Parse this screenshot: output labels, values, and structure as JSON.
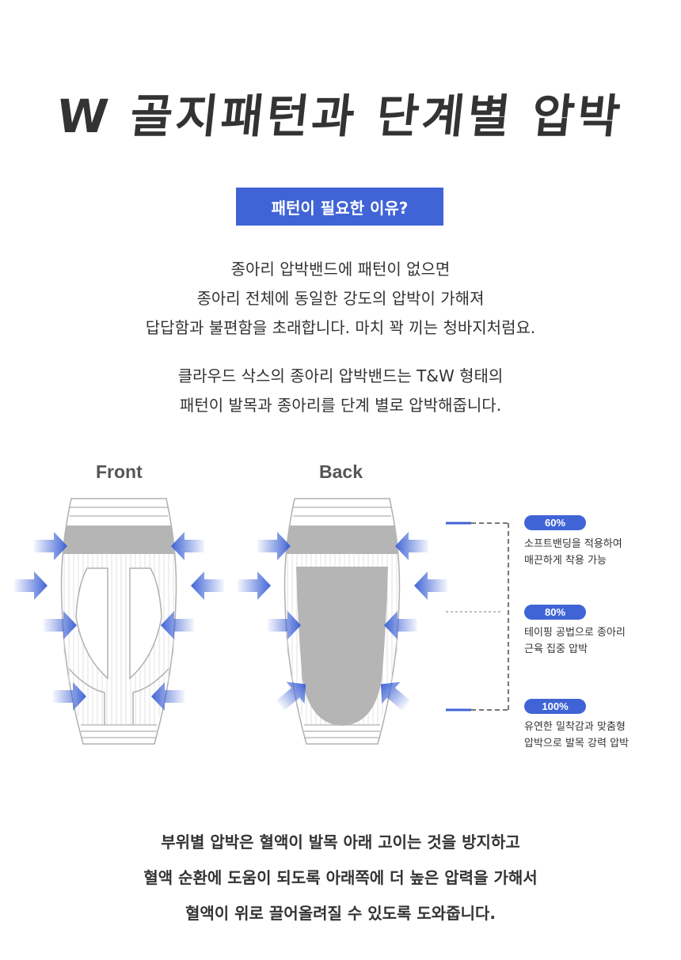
{
  "title": "W 골지패턴과 단계별 압박",
  "reason_button": "패턴이 필요한 이유?",
  "intro_lines": [
    "종아리 압박밴드에 패턴이 없으면",
    "종아리 전체에 동일한 강도의 압박이 가해져",
    "답답함과 불편함을 초래합니다. 마치 꽉 끼는 청바지처럼요."
  ],
  "brand_lines": [
    "클라우드 삭스의 종아리 압박밴드는 T&W 형태의",
    "패턴이 발목과 종아리를 단계 별로 압박해줍니다."
  ],
  "diagram": {
    "front_label": "Front",
    "back_label": "Back",
    "levels": [
      {
        "percent": "60%",
        "lines": [
          "소프트밴딩을 적용하여",
          "매끈하게 착용 가능"
        ]
      },
      {
        "percent": "80%",
        "lines": [
          "테이핑 공법으로 종아리",
          "근육 집중 압박"
        ]
      },
      {
        "percent": "100%",
        "lines": [
          "유연한 밀착감과 맞춤형",
          "압박으로 발목 강력 압박"
        ]
      }
    ],
    "colors": {
      "accent": "#4064d6",
      "band": "#b5b5b5",
      "outline": "#b0b0b0"
    }
  },
  "closing_lines": [
    "부위별 압박은 혈액이 발목 아래 고이는 것을 방지하고",
    "혈액 순환에 도움이 되도록 아래쪽에 더 높은 압력을 가해서",
    "혈액이 위로 끌어올려질 수 있도록 도와줍니다."
  ]
}
